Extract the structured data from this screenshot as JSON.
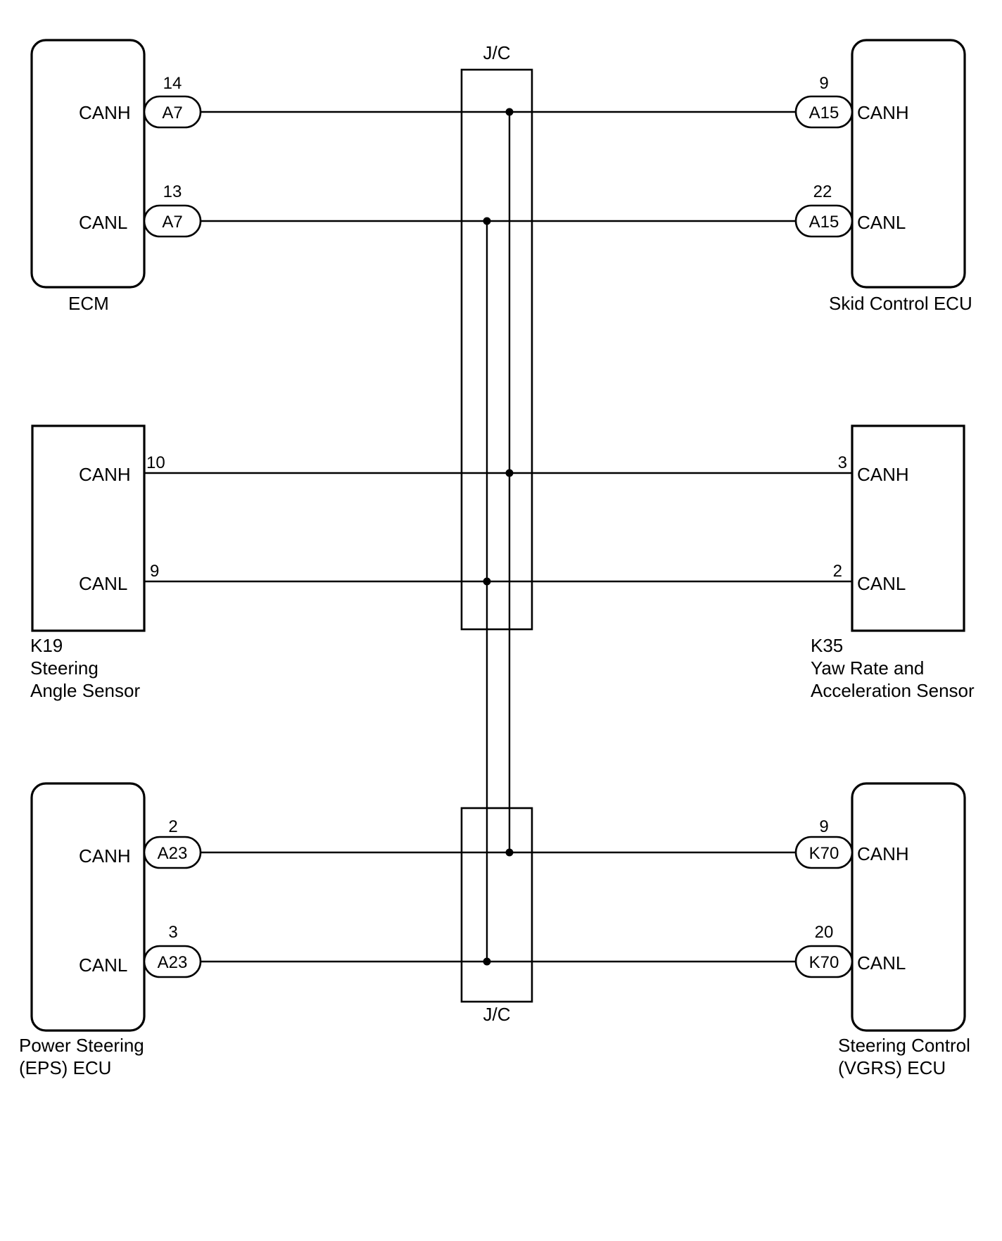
{
  "junction": {
    "top_label": "J/C",
    "bottom_label": "J/C"
  },
  "ecm": {
    "name": "ECM",
    "canh": {
      "label": "CANH",
      "pin": "14",
      "connector": "A7"
    },
    "canl": {
      "label": "CANL",
      "pin": "13",
      "connector": "A7"
    }
  },
  "skid": {
    "name": "Skid Control ECU",
    "canh": {
      "label": "CANH",
      "pin": "9",
      "connector": "A15"
    },
    "canl": {
      "label": "CANL",
      "pin": "22",
      "connector": "A15"
    }
  },
  "steering_angle": {
    "code": "K19",
    "name_line1": "Steering",
    "name_line2": "Angle Sensor",
    "canh": {
      "label": "CANH",
      "pin": "10"
    },
    "canl": {
      "label": "CANL",
      "pin": "9"
    }
  },
  "yaw_rate": {
    "code": "K35",
    "name_line1": "Yaw Rate and",
    "name_line2": "Acceleration Sensor",
    "canh": {
      "label": "CANH",
      "pin": "3"
    },
    "canl": {
      "label": "CANL",
      "pin": "2"
    }
  },
  "eps": {
    "name_line1": "Power Steering",
    "name_line2": "(EPS) ECU",
    "canh": {
      "label": "CANH",
      "pin": "2",
      "connector": "A23"
    },
    "canl": {
      "label": "CANL",
      "pin": "3",
      "connector": "A23"
    }
  },
  "vgrs": {
    "name_line1": "Steering Control",
    "name_line2": "(VGRS) ECU",
    "canh": {
      "label": "CANH",
      "pin": "9",
      "connector": "K70"
    },
    "canl": {
      "label": "CANL",
      "pin": "20",
      "connector": "K70"
    }
  }
}
